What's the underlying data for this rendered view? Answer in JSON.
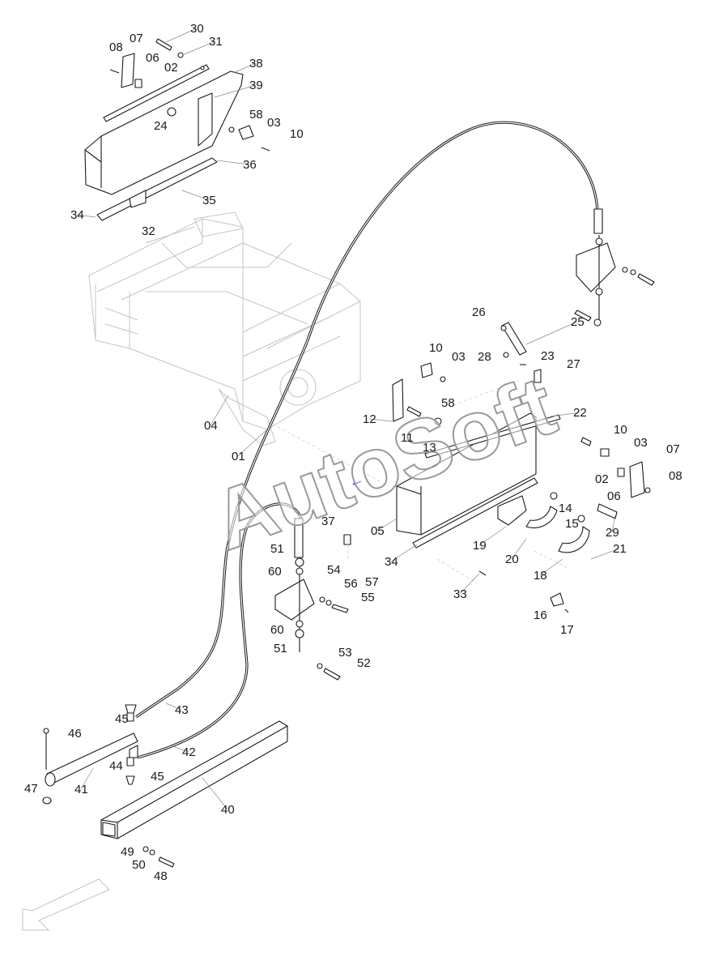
{
  "watermark": "AutoSoft",
  "colors": {
    "ink": "#1a1a1a",
    "ghost": "#c4c4c4",
    "accent": "#2255cc"
  },
  "callouts": [
    {
      "id": "c30",
      "label": "30"
    },
    {
      "id": "c07a",
      "label": "07"
    },
    {
      "id": "c08a",
      "label": "08"
    },
    {
      "id": "c31",
      "label": "31"
    },
    {
      "id": "c06a",
      "label": "06"
    },
    {
      "id": "c02a",
      "label": "02"
    },
    {
      "id": "c38",
      "label": "38"
    },
    {
      "id": "c39",
      "label": "39"
    },
    {
      "id": "c58a",
      "label": "58"
    },
    {
      "id": "c03a",
      "label": "03"
    },
    {
      "id": "c24",
      "label": "24"
    },
    {
      "id": "c10a",
      "label": "10"
    },
    {
      "id": "c36",
      "label": "36"
    },
    {
      "id": "c35",
      "label": "35"
    },
    {
      "id": "c34a",
      "label": "34"
    },
    {
      "id": "c32",
      "label": "32"
    },
    {
      "id": "c26",
      "label": "26"
    },
    {
      "id": "c25",
      "label": "25"
    },
    {
      "id": "c10b",
      "label": "10"
    },
    {
      "id": "c03b",
      "label": "03"
    },
    {
      "id": "c28",
      "label": "28"
    },
    {
      "id": "c23",
      "label": "23"
    },
    {
      "id": "c27",
      "label": "27"
    },
    {
      "id": "c58b",
      "label": "58"
    },
    {
      "id": "c04",
      "label": "04"
    },
    {
      "id": "c12",
      "label": "12"
    },
    {
      "id": "c22",
      "label": "22"
    },
    {
      "id": "c11",
      "label": "11"
    },
    {
      "id": "c13",
      "label": "13"
    },
    {
      "id": "c10c",
      "label": "10"
    },
    {
      "id": "c03c",
      "label": "03"
    },
    {
      "id": "c01",
      "label": "01"
    },
    {
      "id": "c07b",
      "label": "07"
    },
    {
      "id": "c02b",
      "label": "02"
    },
    {
      "id": "c08b",
      "label": "08"
    },
    {
      "id": "c06b",
      "label": "06"
    },
    {
      "id": "c14",
      "label": "14"
    },
    {
      "id": "c15",
      "label": "15"
    },
    {
      "id": "c29",
      "label": "29"
    },
    {
      "id": "c37",
      "label": "37"
    },
    {
      "id": "c05",
      "label": "05"
    },
    {
      "id": "c19",
      "label": "19"
    },
    {
      "id": "c21",
      "label": "21"
    },
    {
      "id": "c20",
      "label": "20"
    },
    {
      "id": "c51a",
      "label": "51"
    },
    {
      "id": "c34b",
      "label": "34"
    },
    {
      "id": "c18",
      "label": "18"
    },
    {
      "id": "c60a",
      "label": "60"
    },
    {
      "id": "c54",
      "label": "54"
    },
    {
      "id": "c56",
      "label": "56"
    },
    {
      "id": "c57",
      "label": "57"
    },
    {
      "id": "c55",
      "label": "55"
    },
    {
      "id": "c33",
      "label": "33"
    },
    {
      "id": "c16",
      "label": "16"
    },
    {
      "id": "c17",
      "label": "17"
    },
    {
      "id": "c60b",
      "label": "60"
    },
    {
      "id": "c51b",
      "label": "51"
    },
    {
      "id": "c53",
      "label": "53"
    },
    {
      "id": "c52",
      "label": "52"
    },
    {
      "id": "c45a",
      "label": "45"
    },
    {
      "id": "c43",
      "label": "43"
    },
    {
      "id": "c46",
      "label": "46"
    },
    {
      "id": "c44",
      "label": "44"
    },
    {
      "id": "c42",
      "label": "42"
    },
    {
      "id": "c45b",
      "label": "45"
    },
    {
      "id": "c47",
      "label": "47"
    },
    {
      "id": "c41",
      "label": "41"
    },
    {
      "id": "c40",
      "label": "40"
    },
    {
      "id": "c49",
      "label": "49"
    },
    {
      "id": "c50",
      "label": "50"
    },
    {
      "id": "c48",
      "label": "48"
    }
  ]
}
